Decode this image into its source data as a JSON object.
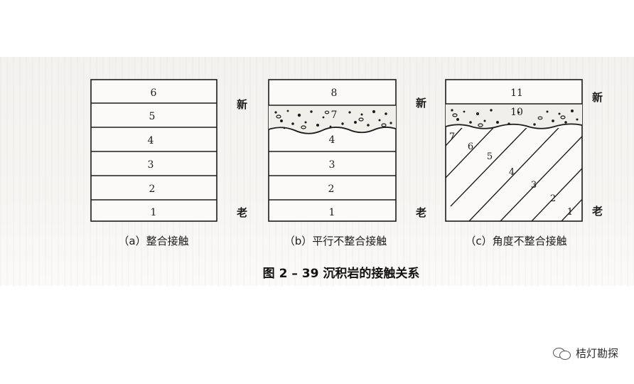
{
  "panels": [
    {
      "id": "a",
      "caption": "（a）整合接触",
      "layers": [
        "1",
        "2",
        "3",
        "4",
        "5",
        "6"
      ],
      "newer_label": "",
      "older_label": ""
    },
    {
      "id": "b",
      "caption": "（b）平行不整合接触",
      "layers_below": [
        "1",
        "2",
        "3",
        "4"
      ],
      "conglomerate_label": "7",
      "top_label": "8",
      "newer_label": "新",
      "older_label": "老"
    },
    {
      "id": "c",
      "caption": "（c）角度不整合接触",
      "tilted_layers": [
        "1",
        "2",
        "3",
        "4",
        "5",
        "6",
        "7"
      ],
      "conglomerate_label": "10",
      "top_label": "11",
      "newer_label": "新",
      "older_label": "老"
    }
  ],
  "figure_title": "图 2 – 39   沉积岩的接触关系",
  "watermark": "桔灯勘探",
  "colors": {
    "ink": "#1c1c1c",
    "paper": "#f6f4f1"
  }
}
